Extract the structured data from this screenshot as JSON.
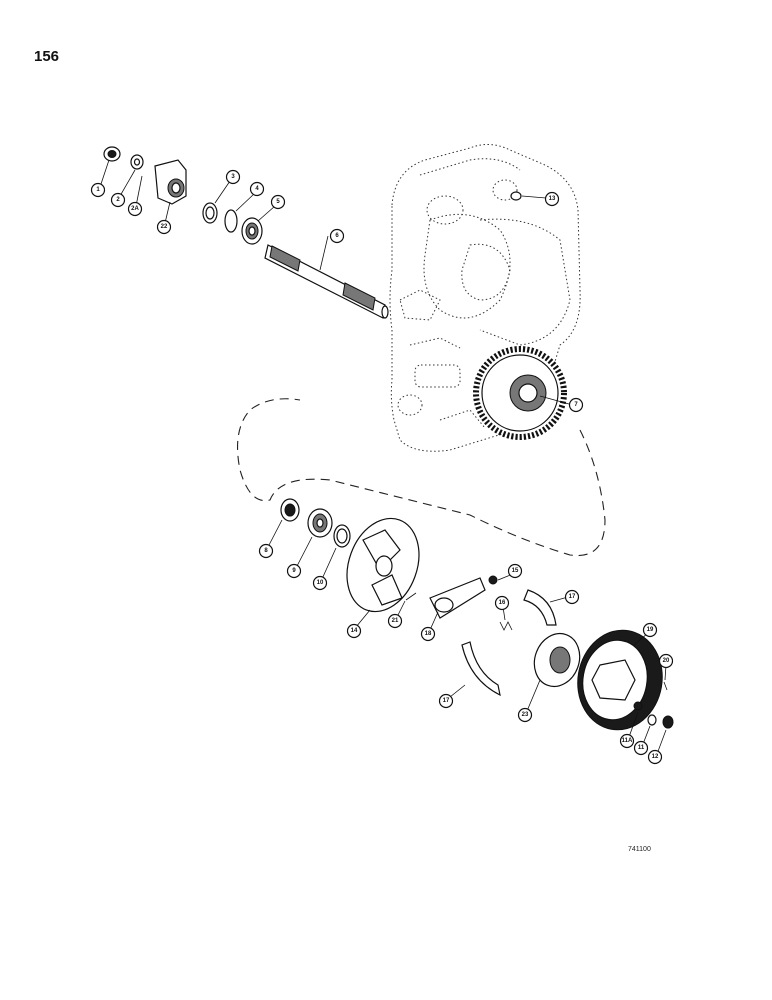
{
  "page": {
    "number": "156",
    "drawing_number": "741100"
  },
  "callouts": [
    "1",
    "2",
    "2A",
    "22",
    "3",
    "4",
    "5",
    "6",
    "13",
    "7",
    "8",
    "9",
    "10",
    "14",
    "21",
    "18",
    "15",
    "16",
    "17",
    "17",
    "23",
    "19",
    "20",
    "11A",
    "11",
    "12"
  ]
}
